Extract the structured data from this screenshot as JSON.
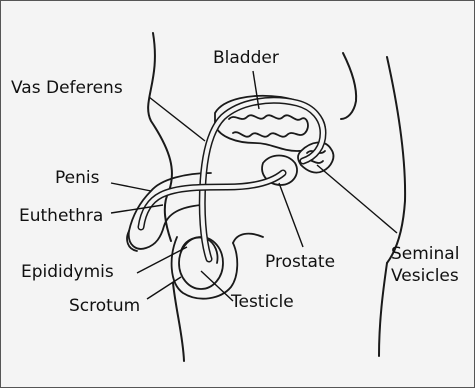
{
  "colors": {
    "background": "#f4f4f4",
    "ink": "#111111",
    "border": "#555555"
  },
  "labels": {
    "bladder": "Bladder",
    "vas_deferens": "Vas Deferens",
    "penis": "Penis",
    "urethra": "Euthethra",
    "epididymis": "Epididymis",
    "scrotum": "Scrotum",
    "testicle": "Testicle",
    "prostate": "Prostate",
    "seminal_line1": "Seminal",
    "seminal_line2": "Vesicles"
  }
}
